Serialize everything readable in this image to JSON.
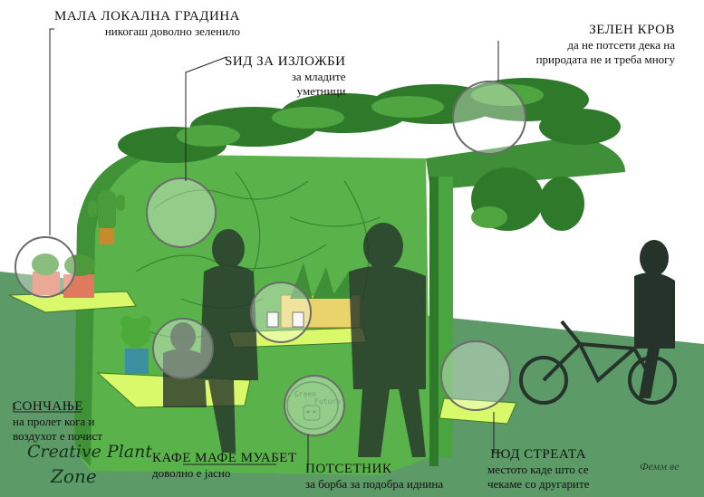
{
  "labels": {
    "garden": {
      "title": "МАЛА ЛОКАЛНА ГРАДИНА",
      "subtitle": "никогаш доволно зеленило"
    },
    "wall": {
      "title": "ЅИД ЗА ИЗЛОЖБИ",
      "subtitle1": "за младите",
      "subtitle2": "уметници"
    },
    "roof": {
      "title": "ЗЕЛЕН КРОВ",
      "subtitle1": "да не потсети дека на",
      "subtitle2": "природата не и треба многу"
    },
    "sun": {
      "title": "СОНЧАЊЕ",
      "subtitle1": "на пролет кога и",
      "subtitle2": "воздухот е почист"
    },
    "cafe": {
      "title": "КАФЕ МАФЕ МУАБЕТ",
      "subtitle": "доволно е јасно"
    },
    "reminder": {
      "title": "ПОТСЕТНИК",
      "subtitle": "за борба за подобра иднина"
    },
    "eaves": {
      "title": "ПОД СТРЕАТА",
      "subtitle1": "местото каде што се",
      "subtitle2": "чекаме со другарите"
    }
  },
  "logo": {
    "line1": "Creative Plant",
    "line2": "Zone"
  },
  "sign": {
    "line1": "Green",
    "line2": "Future"
  },
  "signature": "Фемм ве",
  "colors": {
    "sky": "#ffffff",
    "ground": "#5c9a67",
    "wall": "#5bb048",
    "shelf": "#d9f86a",
    "accent": "#3d8f3a"
  }
}
